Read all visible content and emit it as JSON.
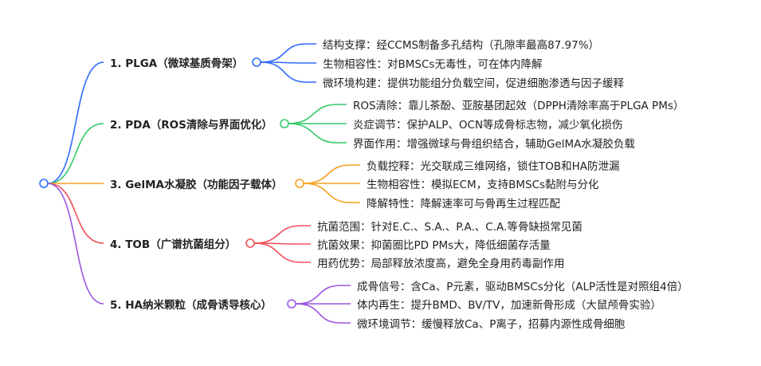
{
  "colors": {
    "root": "#2f6bff",
    "branches": [
      "#2f6bff",
      "#35c96a",
      "#f5a020",
      "#f0505a",
      "#9b55e0"
    ]
  },
  "branches": [
    {
      "label": "1. PLGA（微球基质骨架）",
      "leaves": [
        "结构支撑：经CCMS制备多孔结构（孔隙率最高87.97%）",
        "生物相容性：对BMSCs无毒性，可在体内降解",
        "微环境构建：提供功能组分负载空间，促进细胞渗透与因子缓释"
      ]
    },
    {
      "label": "2. PDA（ROS清除与界面优化）",
      "leaves": [
        "ROS清除：靠儿茶酚、亚胺基团起效（DPPH清除率高于PLGA PMs）",
        "炎症调节：保护ALP、OCN等成骨标志物，减少氧化损伤",
        "界面作用：增强微球与骨组织结合，辅助GelMA水凝胶负载"
      ]
    },
    {
      "label": "3. GelMA水凝胶（功能因子载体）",
      "leaves": [
        "负载控释：光交联成三维网络，锁住TOB和HA防泄漏",
        "生物相容性：模拟ECM，支持BMSCs黏附与分化",
        "降解特性：降解速率可与骨再生过程匹配"
      ]
    },
    {
      "label": "4. TOB（广谱抗菌组分）",
      "leaves": [
        "抗菌范围：针对E.C.、S.A.、P.A.、C.A.等骨缺损常见菌",
        "抗菌效果：抑菌圈比PD PMs大，降低细菌存活量",
        "用药优势：局部释放浓度高，避免全身用药毒副作用"
      ]
    },
    {
      "label": "5. HA纳米颗粒（成骨诱导核心）",
      "leaves": [
        "成骨信号：含Ca、P元素，驱动BMSCs分化（ALP活性是对照组4倍）",
        "体内再生：提升BMD、BV/TV，加速新骨形成（大鼠颅骨实验）",
        "微环境调节：缓慢释放Ca、P离子，招募内源性成骨细胞"
      ]
    }
  ]
}
